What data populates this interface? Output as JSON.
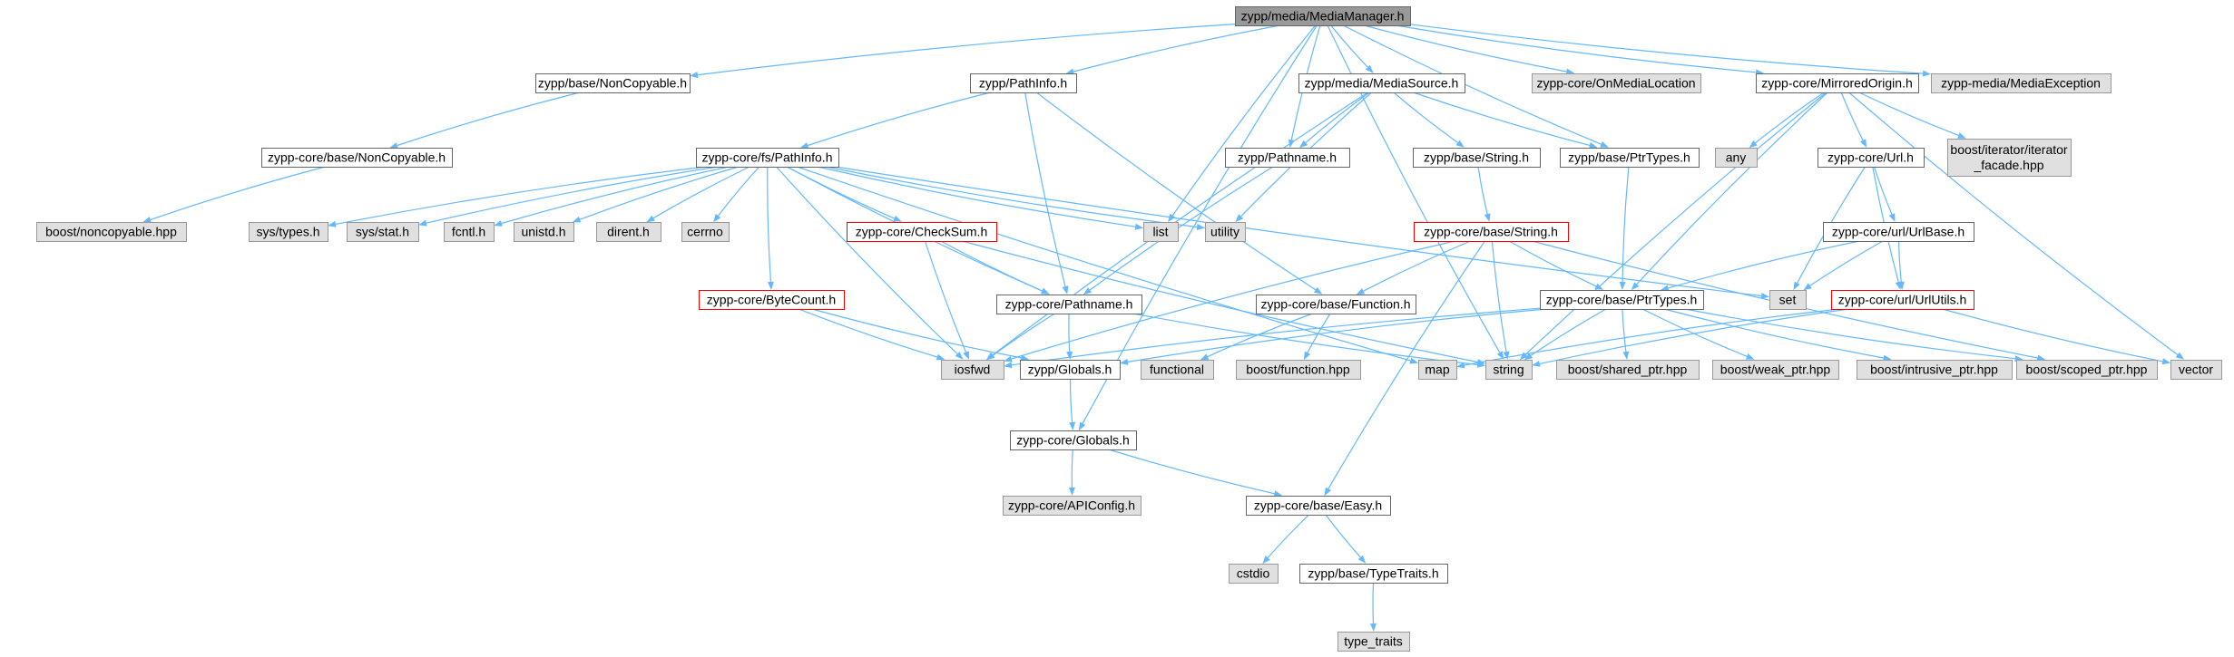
{
  "colors": {
    "edge": "#63b8ff",
    "root_fill": "#999999",
    "root_stroke": "#666666",
    "node_fill": "#ffffff",
    "node_stroke": "#666666",
    "external_fill": "#e0e0e0",
    "external_stroke": "#999999",
    "truncated_stroke": "#ff0000"
  },
  "nodes": [
    {
      "id": "root",
      "label": "zypp/media/MediaManager.h",
      "kind": "root"
    },
    {
      "id": "nc",
      "label": "zypp/base/NonCopyable.h",
      "kind": "normal"
    },
    {
      "id": "pinfo",
      "label": "zypp/PathInfo.h",
      "kind": "normal"
    },
    {
      "id": "msrc",
      "label": "zypp/media/MediaSource.h",
      "kind": "normal"
    },
    {
      "id": "onml",
      "label": "zypp-core/OnMediaLocation",
      "kind": "external"
    },
    {
      "id": "mirr",
      "label": "zypp-core/MirroredOrigin.h",
      "kind": "normal"
    },
    {
      "id": "mexc",
      "label": "zypp-media/MediaException",
      "kind": "external"
    },
    {
      "id": "cnc",
      "label": "zypp-core/base/NonCopyable.h",
      "kind": "normal"
    },
    {
      "id": "fspi",
      "label": "zypp-core/fs/PathInfo.h",
      "kind": "normal"
    },
    {
      "id": "zpn",
      "label": "zypp/Pathname.h",
      "kind": "normal"
    },
    {
      "id": "zbs",
      "label": "zypp/base/String.h",
      "kind": "normal"
    },
    {
      "id": "zbpt",
      "label": "zypp/base/PtrTypes.h",
      "kind": "normal"
    },
    {
      "id": "any",
      "label": "any",
      "kind": "external"
    },
    {
      "id": "curl",
      "label": "zypp-core/Url.h",
      "kind": "normal"
    },
    {
      "id": "biif",
      "label": [
        "boost/iterator/iterator",
        "_facade.hpp"
      ],
      "kind": "external"
    },
    {
      "id": "bnc",
      "label": "boost/noncopyable.hpp",
      "kind": "external"
    },
    {
      "id": "systypes",
      "label": "sys/types.h",
      "kind": "external"
    },
    {
      "id": "sysstat",
      "label": "sys/stat.h",
      "kind": "external"
    },
    {
      "id": "fcntl",
      "label": "fcntl.h",
      "kind": "external"
    },
    {
      "id": "unistd",
      "label": "unistd.h",
      "kind": "external"
    },
    {
      "id": "dirent",
      "label": "dirent.h",
      "kind": "external"
    },
    {
      "id": "cerrno",
      "label": "cerrno",
      "kind": "external"
    },
    {
      "id": "cksum",
      "label": "zypp-core/CheckSum.h",
      "kind": "truncated"
    },
    {
      "id": "list",
      "label": "list",
      "kind": "external"
    },
    {
      "id": "utility",
      "label": "utility",
      "kind": "external"
    },
    {
      "id": "cbstr",
      "label": "zypp-core/base/String.h",
      "kind": "truncated"
    },
    {
      "id": "urlbase",
      "label": "zypp-core/url/UrlBase.h",
      "kind": "normal"
    },
    {
      "id": "bytecnt",
      "label": "zypp-core/ByteCount.h",
      "kind": "truncated"
    },
    {
      "id": "cpn",
      "label": "zypp-core/Pathname.h",
      "kind": "normal"
    },
    {
      "id": "cfunc",
      "label": "zypp-core/base/Function.h",
      "kind": "normal"
    },
    {
      "id": "cpt",
      "label": "zypp-core/base/PtrTypes.h",
      "kind": "normal"
    },
    {
      "id": "set",
      "label": "set",
      "kind": "external"
    },
    {
      "id": "urlutils",
      "label": "zypp-core/url/UrlUtils.h",
      "kind": "truncated"
    },
    {
      "id": "iosfwd",
      "label": "iosfwd",
      "kind": "external"
    },
    {
      "id": "zglob",
      "label": "zypp/Globals.h",
      "kind": "normal"
    },
    {
      "id": "functional",
      "label": "functional",
      "kind": "external"
    },
    {
      "id": "bfunc",
      "label": "boost/function.hpp",
      "kind": "external"
    },
    {
      "id": "map",
      "label": "map",
      "kind": "external"
    },
    {
      "id": "string",
      "label": "string",
      "kind": "external"
    },
    {
      "id": "bsp",
      "label": "boost/shared_ptr.hpp",
      "kind": "external"
    },
    {
      "id": "bwp",
      "label": "boost/weak_ptr.hpp",
      "kind": "external"
    },
    {
      "id": "bip",
      "label": "boost/intrusive_ptr.hpp",
      "kind": "external"
    },
    {
      "id": "bscp",
      "label": "boost/scoped_ptr.hpp",
      "kind": "external"
    },
    {
      "id": "vector",
      "label": "vector",
      "kind": "external"
    },
    {
      "id": "cglob",
      "label": "zypp-core/Globals.h",
      "kind": "normal"
    },
    {
      "id": "apicfg",
      "label": "zypp-core/APIConfig.h",
      "kind": "external"
    },
    {
      "id": "easy",
      "label": "zypp-core/base/Easy.h",
      "kind": "normal"
    },
    {
      "id": "cstdio",
      "label": "cstdio",
      "kind": "external"
    },
    {
      "id": "ttraits",
      "label": "zypp/base/TypeTraits.h",
      "kind": "normal"
    },
    {
      "id": "typetraits",
      "label": "type_traits",
      "kind": "external"
    }
  ],
  "edges": [
    [
      "root",
      "nc"
    ],
    [
      "root",
      "pinfo"
    ],
    [
      "root",
      "msrc"
    ],
    [
      "root",
      "onml"
    ],
    [
      "root",
      "mirr"
    ],
    [
      "root",
      "mexc"
    ],
    [
      "root",
      "list"
    ],
    [
      "root",
      "zpn"
    ],
    [
      "root",
      "zbpt"
    ],
    [
      "root",
      "string"
    ],
    [
      "root",
      "cglob"
    ],
    [
      "nc",
      "cnc"
    ],
    [
      "cnc",
      "bnc"
    ],
    [
      "pinfo",
      "fspi"
    ],
    [
      "pinfo",
      "cpn"
    ],
    [
      "pinfo",
      "cfunc"
    ],
    [
      "fspi",
      "systypes"
    ],
    [
      "fspi",
      "sysstat"
    ],
    [
      "fspi",
      "fcntl"
    ],
    [
      "fspi",
      "unistd"
    ],
    [
      "fspi",
      "dirent"
    ],
    [
      "fspi",
      "cerrno"
    ],
    [
      "fspi",
      "cksum"
    ],
    [
      "fspi",
      "list"
    ],
    [
      "fspi",
      "utility"
    ],
    [
      "fspi",
      "set"
    ],
    [
      "fspi",
      "map"
    ],
    [
      "fspi",
      "iosfwd"
    ],
    [
      "fspi",
      "bytecnt"
    ],
    [
      "fspi",
      "cpn"
    ],
    [
      "msrc",
      "zpn"
    ],
    [
      "msrc",
      "zbs"
    ],
    [
      "msrc",
      "zbpt"
    ],
    [
      "msrc",
      "utility"
    ],
    [
      "msrc",
      "iosfwd"
    ],
    [
      "zpn",
      "cpn"
    ],
    [
      "zbs",
      "cbstr"
    ],
    [
      "zbpt",
      "cpt"
    ],
    [
      "mirr",
      "any"
    ],
    [
      "mirr",
      "curl"
    ],
    [
      "mirr",
      "biif"
    ],
    [
      "mirr",
      "vector"
    ],
    [
      "mirr",
      "string"
    ],
    [
      "mirr",
      "cpt"
    ],
    [
      "curl",
      "urlbase"
    ],
    [
      "curl",
      "set"
    ],
    [
      "curl",
      "urlutils"
    ],
    [
      "urlbase",
      "cpt"
    ],
    [
      "urlbase",
      "set"
    ],
    [
      "urlbase",
      "urlutils"
    ],
    [
      "urlutils",
      "string"
    ],
    [
      "urlutils",
      "map"
    ],
    [
      "urlutils",
      "vector"
    ],
    [
      "cksum",
      "cpn"
    ],
    [
      "cksum",
      "iosfwd"
    ],
    [
      "cksum",
      "string"
    ],
    [
      "cbstr",
      "cfunc"
    ],
    [
      "cbstr",
      "cpt"
    ],
    [
      "cbstr",
      "string"
    ],
    [
      "cbstr",
      "easy"
    ],
    [
      "cbstr",
      "iosfwd"
    ],
    [
      "cbstr",
      "bscp"
    ],
    [
      "bytecnt",
      "iosfwd"
    ],
    [
      "bytecnt",
      "zglob"
    ],
    [
      "cpn",
      "zglob"
    ],
    [
      "cpn",
      "iosfwd"
    ],
    [
      "cpn",
      "string"
    ],
    [
      "cfunc",
      "functional"
    ],
    [
      "cfunc",
      "bfunc"
    ],
    [
      "cpt",
      "iosfwd"
    ],
    [
      "cpt",
      "string"
    ],
    [
      "cpt",
      "bsp"
    ],
    [
      "cpt",
      "bwp"
    ],
    [
      "cpt",
      "bip"
    ],
    [
      "cpt",
      "bscp"
    ],
    [
      "cpt",
      "zglob"
    ],
    [
      "zglob",
      "cglob"
    ],
    [
      "cglob",
      "apicfg"
    ],
    [
      "cglob",
      "easy"
    ],
    [
      "easy",
      "cstdio"
    ],
    [
      "easy",
      "ttraits"
    ],
    [
      "ttraits",
      "typetraits"
    ]
  ]
}
